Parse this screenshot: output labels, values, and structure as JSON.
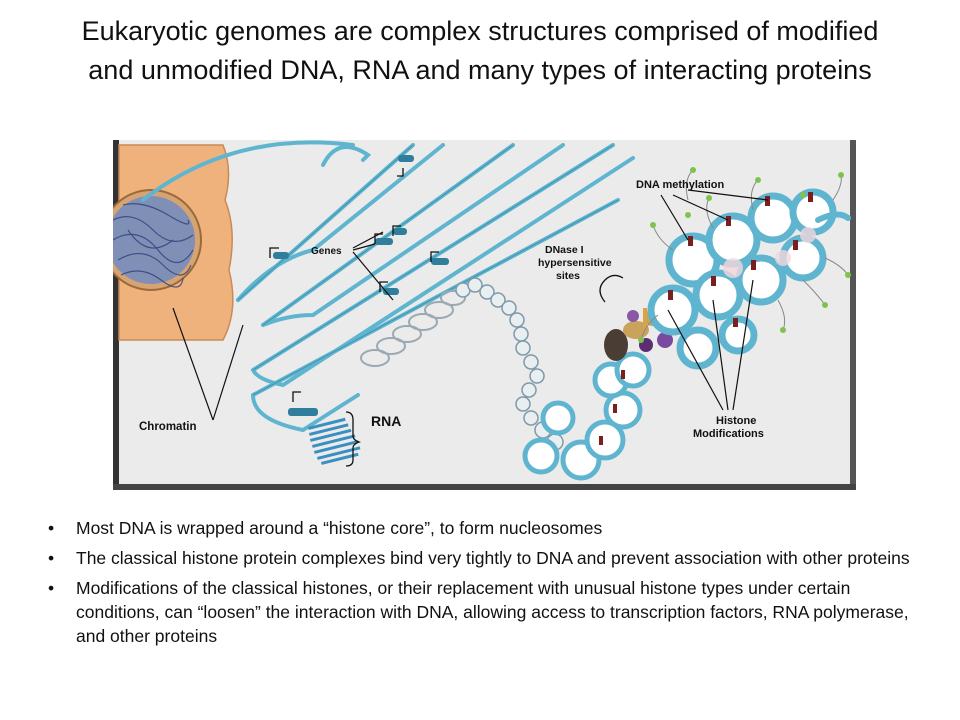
{
  "title": "Eukaryotic genomes are complex structures comprised of modified and unmodified DNA, RNA and many types of interacting proteins",
  "figure": {
    "labels": {
      "chromatin": "Chromatin",
      "genes": "Genes",
      "rna": "RNA",
      "dnase_line1": "DNase I",
      "dnase_line2": "hypersensitive",
      "dnase_line3": "sites",
      "methylation": "DNA methylation",
      "histone_line1": "Histone",
      "histone_line2": "Modifications"
    },
    "colors": {
      "background": "#ebebeb",
      "cell": "#efb27c",
      "dna": "#5fb5cf",
      "dna_dark": "#2f7f9c",
      "methyl_mark": "#7a1f1f",
      "methyl_dot": "#7cc44e",
      "frame": "#3a3a3a"
    }
  },
  "bullets": [
    {
      "marker": "•",
      "text": "Most DNA is wrapped around a “histone core”, to form nucleosomes"
    },
    {
      "marker": "•",
      "text": "The classical histone protein complexes bind very tightly to DNA and prevent association with other proteins"
    },
    {
      "marker": "•",
      "text": "Modifications of the classical histones, or their replacement with unusual histone types under certain conditions, can “loosen” the interaction with DNA, allowing access to transcription factors, RNA polymerase, and other proteins"
    }
  ]
}
